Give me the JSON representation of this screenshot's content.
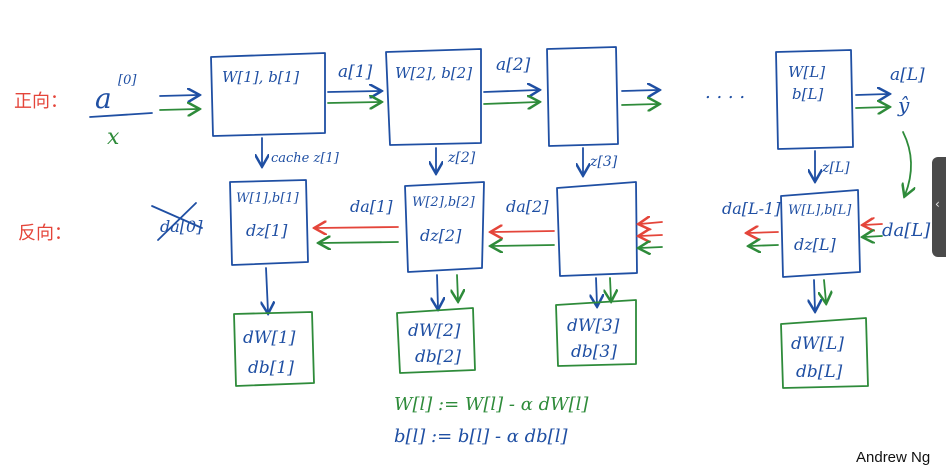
{
  "labels": {
    "forward": "正向：",
    "backward": "反向："
  },
  "forward": {
    "input_a0": "a",
    "input_a0_sup": "[0]",
    "input_x": "x",
    "block1": "W[1], b[1]",
    "block2": "W[2], b[2]",
    "blockL": [
      "W[L]",
      "b[L]"
    ],
    "a1": "a[1]",
    "a2": "a[2]",
    "aL": "a[L]",
    "yhat": "ŷ",
    "dots": ". . . .",
    "cache1": "cache z[1]",
    "z2": "z[2]",
    "z3": "z[3]",
    "zL": "z[L]"
  },
  "backward": {
    "da0": "da[0]",
    "block1": [
      "W[1],b[1]",
      "dz[1]"
    ],
    "block2": [
      "W[2],b[2]",
      "dz[2]"
    ],
    "blockL": [
      "W[L],b[L]",
      "dz[L]"
    ],
    "da1": "da[1]",
    "da2": "da[2]",
    "daL1": "da[L-1]",
    "daL": "da[L]",
    "grads1": [
      "dW[1]",
      "db[1]"
    ],
    "grads2": [
      "dW[2]",
      "db[2]"
    ],
    "grads3": [
      "dW[3]",
      "db[3]"
    ],
    "gradsL": [
      "dW[L]",
      "db[L]"
    ]
  },
  "update": {
    "w": "W[l] := W[l] - α dW[l]",
    "b": "b[l] := b[l] - α db[l]"
  },
  "credit": "Andrew Ng",
  "scroll_tab_glyph": "‹",
  "colors": {
    "blue": "#1f4fa3",
    "green": "#2e8b3a",
    "red": "#e4453a"
  }
}
